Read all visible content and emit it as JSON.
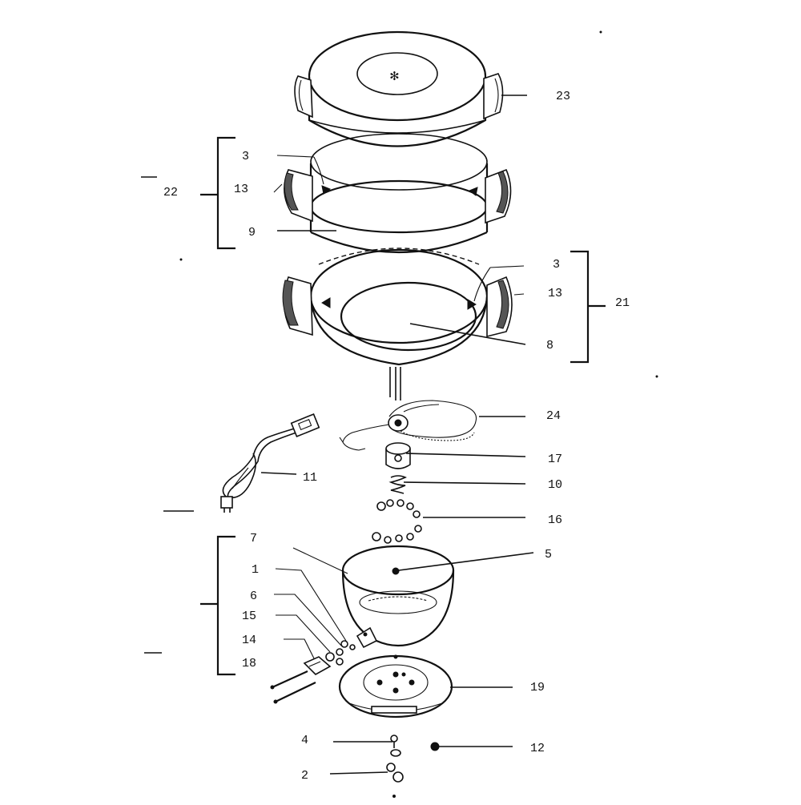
{
  "diagram": {
    "callouts": [
      {
        "id": "c23",
        "label": "23"
      },
      {
        "id": "c22",
        "label": "22"
      },
      {
        "id": "c3a",
        "label": "3"
      },
      {
        "id": "c13a",
        "label": "13"
      },
      {
        "id": "c9",
        "label": "9"
      },
      {
        "id": "c3b",
        "label": "3"
      },
      {
        "id": "c13b",
        "label": "13"
      },
      {
        "id": "c21",
        "label": "21"
      },
      {
        "id": "c8",
        "label": "8"
      },
      {
        "id": "c24",
        "label": "24"
      },
      {
        "id": "c17",
        "label": "17"
      },
      {
        "id": "c11",
        "label": "11"
      },
      {
        "id": "c10",
        "label": "10"
      },
      {
        "id": "c16",
        "label": "16"
      },
      {
        "id": "c7",
        "label": "7"
      },
      {
        "id": "c5",
        "label": "5"
      },
      {
        "id": "c1",
        "label": "1"
      },
      {
        "id": "c6",
        "label": "6"
      },
      {
        "id": "c15",
        "label": "15"
      },
      {
        "id": "c14",
        "label": "14"
      },
      {
        "id": "c18",
        "label": "18"
      },
      {
        "id": "c19",
        "label": "19"
      },
      {
        "id": "c4",
        "label": "4"
      },
      {
        "id": "c12",
        "label": "12"
      },
      {
        "id": "c2",
        "label": "2"
      }
    ]
  }
}
